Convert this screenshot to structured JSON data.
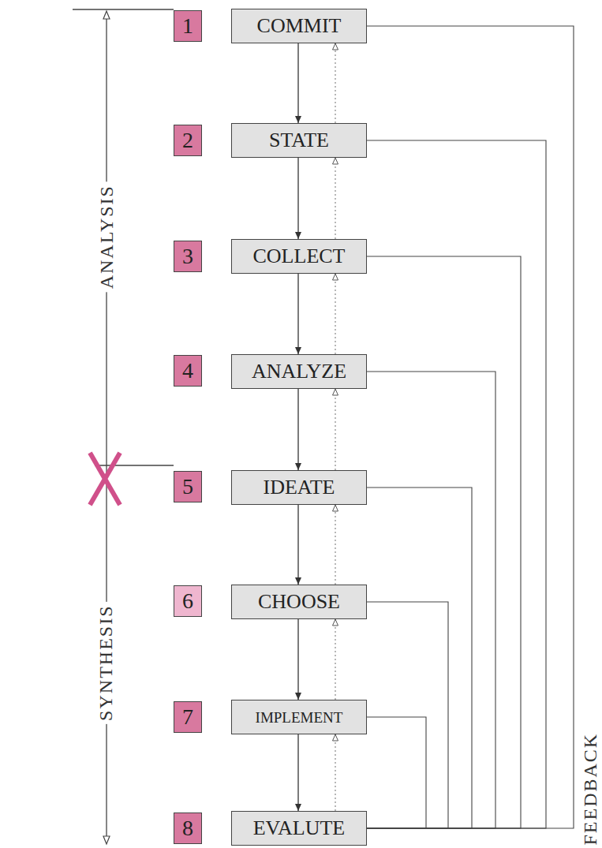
{
  "diagram": {
    "nodes": [
      {
        "text": [
          "1"
        ]
      },
      {
        "text": [
          "COMMIT"
        ]
      },
      {
        "text": [
          "2"
        ]
      },
      {
        "text": [
          "STATE"
        ]
      },
      {
        "text": [
          "3"
        ]
      },
      {
        "text": [
          "COLLECT"
        ]
      },
      {
        "text": [
          "4"
        ]
      },
      {
        "text": [
          "ANALYZE"
        ]
      },
      {
        "text": [
          "5"
        ]
      },
      {
        "text": [
          "IDEATE"
        ]
      },
      {
        "text": [
          "6"
        ]
      },
      {
        "text": [
          "CHOOSE"
        ]
      },
      {
        "text": [
          "7"
        ]
      },
      {
        "text": [
          "IMPLEMENT"
        ]
      },
      {
        "text": [
          "8"
        ]
      },
      {
        "text": [
          "EVALUTE"
        ]
      }
    ],
    "edges": [
      {
        "from": 1,
        "to": 3,
        "arrow": "to"
      },
      {
        "from": 3,
        "to": 5,
        "arrow": "to"
      },
      {
        "from": 5,
        "to": 7,
        "arrow": "to"
      },
      {
        "from": 7,
        "to": 9,
        "arrow": "to"
      },
      {
        "from": 9,
        "to": 11,
        "arrow": "to"
      },
      {
        "from": 11,
        "to": 13,
        "arrow": "to"
      },
      {
        "from": 13,
        "to": 15,
        "arrow": "to"
      },
      {
        "from": 3,
        "to": 1,
        "arrow": "to"
      },
      {
        "from": 5,
        "to": 3,
        "arrow": "to"
      },
      {
        "from": 7,
        "to": 5,
        "arrow": "to"
      },
      {
        "from": 9,
        "to": 7,
        "arrow": "to"
      },
      {
        "from": 11,
        "to": 9,
        "arrow": "to"
      },
      {
        "from": 13,
        "to": 11,
        "arrow": "to"
      },
      {
        "from": 15,
        "to": 13,
        "arrow": "to"
      },
      {
        "from": 15,
        "to": 1,
        "arrow": "none"
      },
      {
        "from": 15,
        "to": 3,
        "arrow": "none"
      },
      {
        "from": 15,
        "to": 5,
        "arrow": "none"
      },
      {
        "from": 15,
        "to": 7,
        "arrow": "none"
      },
      {
        "from": 15,
        "to": 9,
        "arrow": "none"
      },
      {
        "from": 15,
        "to": 11,
        "arrow": "none"
      },
      {
        "from": 15,
        "to": 13,
        "arrow": "none"
      }
    ],
    "labels": [
      "ANALYSIS",
      "SYNTHESIS",
      "FEEDBACK"
    ]
  }
}
